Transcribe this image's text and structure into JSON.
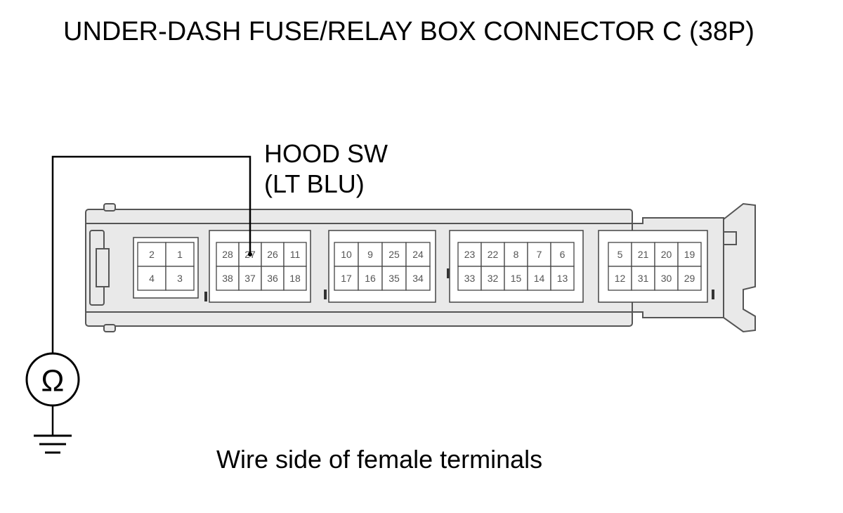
{
  "title": "UNDER-DASH FUSE/RELAY BOX CONNECTOR C (38P)",
  "wire_label": {
    "line1": "HOOD SW",
    "line2": "(LT BLU)"
  },
  "caption": "Wire side of female terminals",
  "meter_symbol": "Ω",
  "connector": {
    "blocks": [
      {
        "name": "block-a",
        "rows": [
          [
            "2",
            "1"
          ],
          [
            "4",
            "3"
          ]
        ]
      },
      {
        "name": "block-b",
        "rows": [
          [
            "28",
            "27",
            "26",
            "11"
          ],
          [
            "38",
            "37",
            "36",
            "18"
          ]
        ]
      },
      {
        "name": "block-c",
        "rows": [
          [
            "10",
            "9",
            "25",
            "24"
          ],
          [
            "17",
            "16",
            "35",
            "34"
          ]
        ]
      },
      {
        "name": "block-d",
        "rows": [
          [
            "23",
            "22",
            "8",
            "7",
            "6"
          ],
          [
            "33",
            "32",
            "15",
            "14",
            "13"
          ]
        ]
      },
      {
        "name": "block-e",
        "rows": [
          [
            "5",
            "21",
            "20",
            "19"
          ],
          [
            "12",
            "31",
            "30",
            "29"
          ]
        ]
      }
    ]
  }
}
